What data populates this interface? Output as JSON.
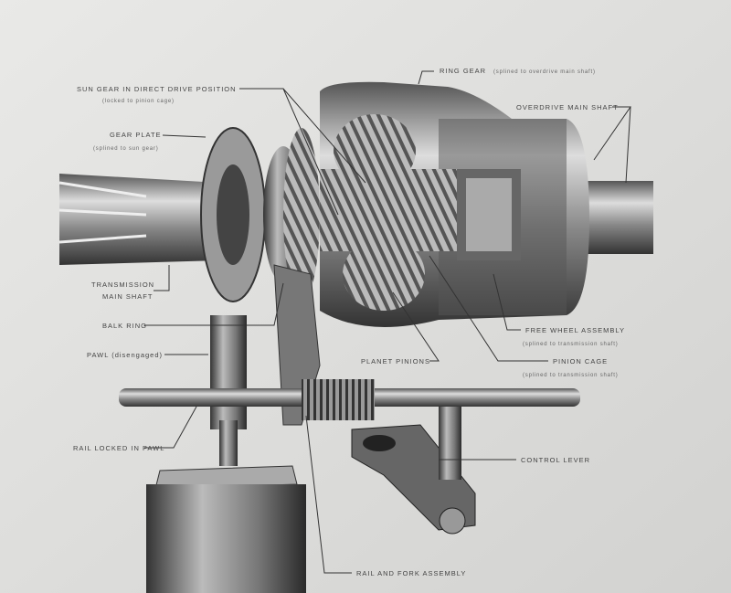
{
  "labels": {
    "sun_gear": {
      "title": "SUN GEAR IN DIRECT DRIVE POSITION",
      "note": "(locked to pinion cage)"
    },
    "gear_plate": {
      "title": "GEAR PLATE",
      "note": "(splined to sun gear)"
    },
    "ring_gear": {
      "title": "RING GEAR",
      "note": "(splined to overdrive main shaft)"
    },
    "overdrive_main_shaft": {
      "title": "OVERDRIVE MAIN SHAFT"
    },
    "transmission_main_shaft": {
      "line1": "TRANSMISSION",
      "line2": "MAIN SHAFT"
    },
    "balk_ring": {
      "title": "BALK RING"
    },
    "pawl": {
      "title": "PAWL (disengaged)"
    },
    "rail_locked": {
      "title": "RAIL LOCKED IN PAWL"
    },
    "free_wheel": {
      "title": "FREE WHEEL ASSEMBLY",
      "note": "(splined to transmission shaft)"
    },
    "planet_pinions": {
      "title": "PLANET PINIONS"
    },
    "pinion_cage": {
      "title": "PINION CAGE",
      "note": "(splined to transmission shaft)"
    },
    "control_lever": {
      "title": "CONTROL LEVER"
    },
    "rail_fork": {
      "title": "RAIL AND FORK ASSEMBLY"
    }
  }
}
